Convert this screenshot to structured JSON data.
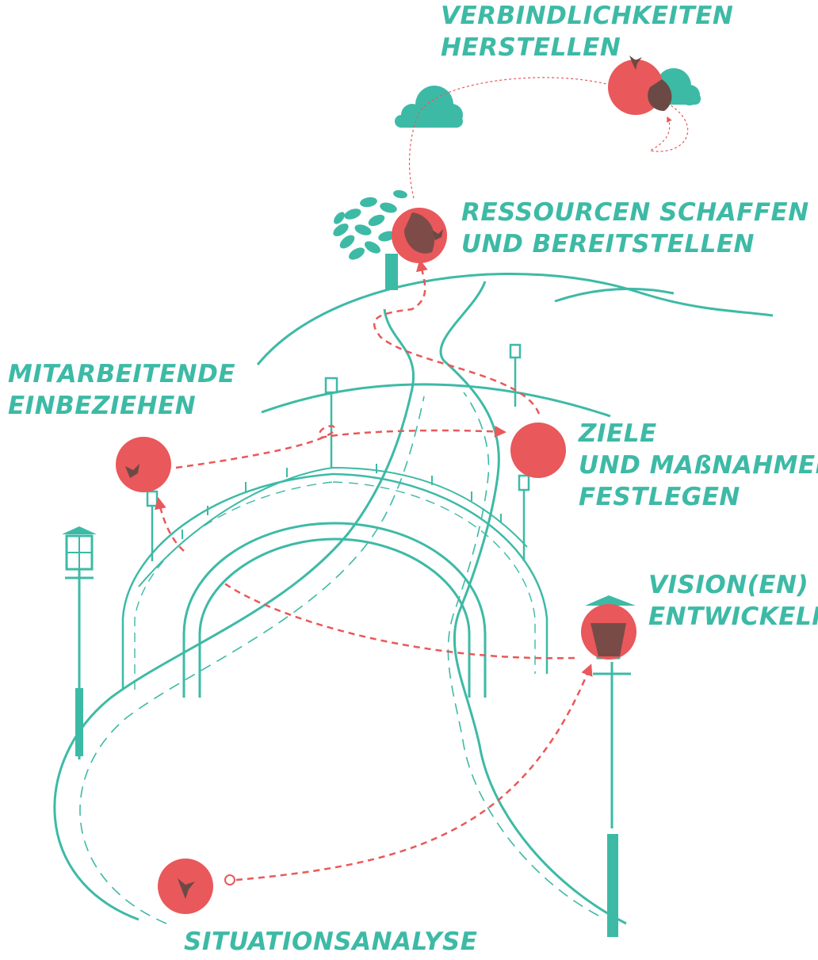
{
  "colors": {
    "teal": "#3dbaa6",
    "red": "#e9585a",
    "dark": "#6b4a45",
    "white": "#ffffff"
  },
  "steps": [
    {
      "id": "situation",
      "lines": [
        "SITUATIONSANALYSE"
      ],
      "icon": "hummingbird-icon"
    },
    {
      "id": "vision",
      "lines": [
        "VISION(EN)",
        "ENTWICKELN"
      ],
      "icon": "lantern-icon"
    },
    {
      "id": "mitarbeitende",
      "lines": [
        "MITARBEITENDE",
        "EINBEZIEHEN"
      ],
      "icon": "hummingbird-icon"
    },
    {
      "id": "ziele",
      "lines": [
        "ZIELE",
        "UND MAßNAHMEN",
        "FESTLEGEN"
      ],
      "icon": "circle-icon"
    },
    {
      "id": "ressourcen",
      "lines": [
        "RESSOURCEN SCHAFFEN",
        "UND BEREITSTELLEN"
      ],
      "icon": "tree-icon"
    },
    {
      "id": "verbindlichkeiten",
      "lines": [
        "VERBINDLICHKEITEN",
        "HERSTELLEN"
      ],
      "icon": "cloud-icon"
    }
  ]
}
